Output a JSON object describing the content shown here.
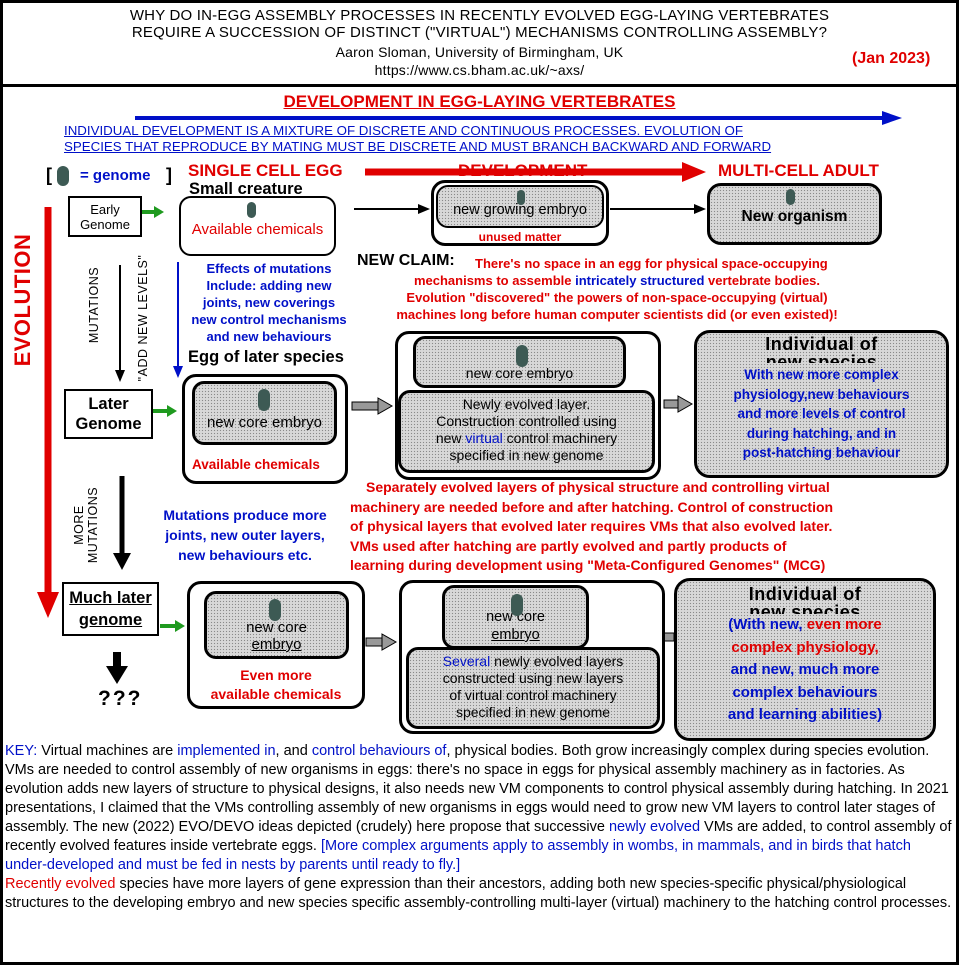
{
  "header": {
    "line1": "WHY DO IN-EGG ASSEMBLY PROCESSES IN RECENTLY EVOLVED EGG-LAYING VERTEBRATES",
    "line2": "REQUIRE A SUCCESSION OF DISTINCT (\"VIRTUAL\") MECHANISMS CONTROLLING ASSEMBLY?",
    "author": "Aaron Sloman, University of Birmingham, UK",
    "url": "https://www.cs.bham.ac.uk/~axs/",
    "date": "(Jan 2023)"
  },
  "main_title": "DEVELOPMENT IN EGG-LAYING VERTEBRATES",
  "intro_line1": "INDIVIDUAL DEVELOPMENT IS A MIXTURE OF DISCRETE AND CONTINUOUS PROCESSES. EVOLUTION OF",
  "intro_line2": "SPECIES THAT REPRODUCE BY MATING MUST BE DISCRETE AND MUST BRANCH BACKWARD AND FORWARD",
  "legend": {
    "open": "[",
    "label": "= genome",
    "close": "]"
  },
  "row_headers": {
    "single_cell": "SINGLE CELL EGG",
    "small_creature": "Small creature",
    "development": "DEVELOPMENT",
    "multi_cell": "MULTI-CELL ADULT"
  },
  "evolution_label": "EVOLUTION",
  "mutations_label": "MUTATIONS",
  "add_levels_label": "\"ADD NEW LEVELS\"",
  "more_mutations": {
    "line1": "MORE",
    "line2": "MUTATIONS"
  },
  "genomes": {
    "early": {
      "line1": "Early",
      "line2": "Genome"
    },
    "later": {
      "line1": "Later",
      "line2": "Genome"
    },
    "much_later": {
      "line1": "Much later",
      "line2": "genome"
    },
    "unknown": "???"
  },
  "row1": {
    "available_chemicals": "Available chemicals",
    "growing_embryo": "new growing embryo",
    "unused_matter": "unused matter",
    "new_organism": "New organism"
  },
  "effects": {
    "line1": "Effects of mutations",
    "line2": "Include: adding new",
    "line3": "joints, new coverings",
    "line4": "new control mechanisms",
    "line5": "and new behaviours"
  },
  "claim": {
    "label": "NEW CLAIM:",
    "l1": "There's no space in  an egg for physical  space-occupying",
    "l2a": "mechanisms  to assemble ",
    "l2b": " intricately structured",
    "l2c": " vertebrate bodies.",
    "l3": "Evolution \"discovered\"  the powers of non-space-occupying (virtual)",
    "l4": "machines long before human computer scientists did (or even existed)!"
  },
  "row2": {
    "egg_label": "Egg of later species",
    "core_embryo": "new core embryo",
    "available_chemicals": "Available chemicals",
    "core_embryo_top": "new core embryo",
    "layer_l1": "Newly evolved layer.",
    "layer_l2": "Construction controlled using",
    "layer_l3a": "new ",
    "layer_l3b": "virtual",
    "layer_l3c": " control machinery",
    "layer_l4": "specified in new genome",
    "species_title1": "Individual of",
    "species_title2": "new species",
    "species_l1": "With new more complex",
    "species_l2": "physiology,new behaviours",
    "species_l3": "and more levels of control",
    "species_l4": "during hatching, and in",
    "species_l5": "post-hatching behaviour"
  },
  "mutations_produce": {
    "line1": "Mutations produce more",
    "line2": "joints, new outer layers,",
    "line3": "new behaviours etc."
  },
  "separately": {
    "l1": "Separately evolved layers of physical structure and controlling virtual",
    "l2": "machinery are needed before and after hatching. Control of construction",
    "l3": "of physical layers that evolved later requires VMs that also evolved later.",
    "l4": "VMs  used after hatching  are partly  evolved and partly products of",
    "l5": "learning during development using \"Meta-Configured Genomes\" (MCG)"
  },
  "row3": {
    "core_embryo_1": "new core",
    "core_embryo_2": "embryo",
    "even_more_1": "Even more",
    "even_more_2": "available chemicals",
    "top_core_1": "new core",
    "top_core_2": "embryo",
    "layers_l1a": "Several",
    "layers_l1b": " newly evolved layers",
    "layers_l2": "constructed using new layers",
    "layers_l3": "of virtual control machinery",
    "layers_l4": "specified in  new genome",
    "species_title1": "Individual of",
    "species_title2": "new species",
    "species_l1a": "(With new, ",
    "species_l1b": "even more",
    "species_l2": "complex physiology,",
    "species_l3": "and new, much more",
    "species_l4": "complex behaviours",
    "species_l5": "and learning abilities)"
  },
  "key": {
    "label": "KEY:",
    "p1": " Virtual machines are ",
    "p2": "implemented in",
    "p3": ", and ",
    "p4": "control behaviours of",
    "p5": ", physical bodies. Both grow increasingly complex during species evolution. VMs are needed to control assembly of new organisms in eggs: there's no space in eggs for physical assembly machinery as in factories. As evolution adds new layers of structure to  physical designs, it also needs new VM components to control physical assembly during hatching. In 2021 presentations, I claimed that the VMs controlling assembly of new organisms in eggs would need to grow new VM layers to control later stages of assembly. The new (2022) EVO/DEVO ideas depicted (crudely) here propose that successive ",
    "p6": "newly evolved",
    "p7": " VMs  are added, to control assembly of recently evolved features inside vertebrate eggs. ",
    "p8": "[More complex arguments apply to assembly in wombs, in mammals, and in birds that hatch under-developed and must be fed in nests by parents until ready to fly.]",
    "p9": "Recently evolved",
    "p10": " species have more layers of gene expression than their ancestors, adding both new species-specific physical/physiological structures to the developing embryo and new species specific assembly-controlling multi-layer (virtual) machinery to the hatching control processes."
  },
  "colors": {
    "red": "#e00000",
    "blue": "#0010c8",
    "green": "#1f9a1f",
    "gene": "#3d5a54",
    "grey": "#d8d8d8"
  }
}
